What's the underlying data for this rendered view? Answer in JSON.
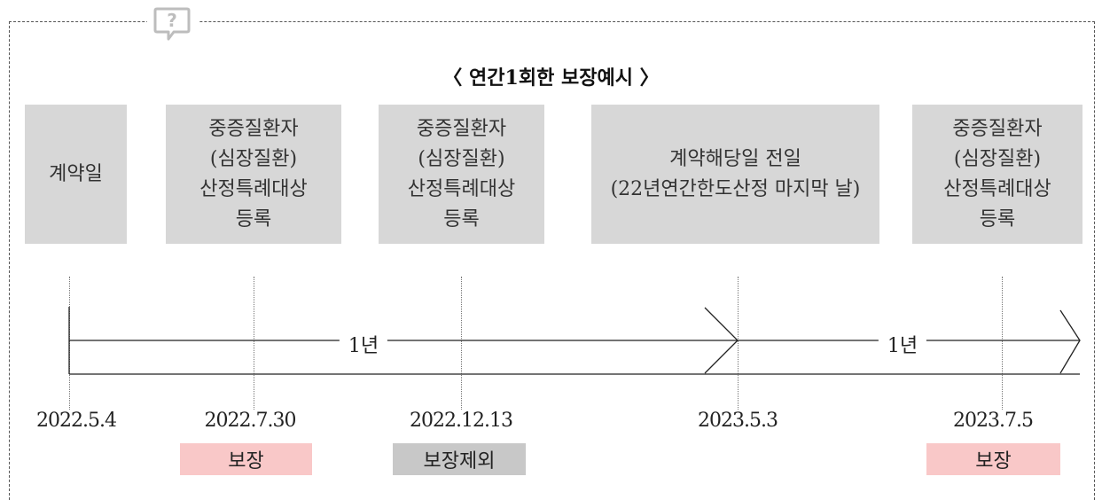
{
  "title": "〈 연간1회한 보장예시 〉",
  "events": [
    {
      "id": "contract",
      "lines": [
        "계약일"
      ],
      "date": "2022.5.4"
    },
    {
      "id": "reg1",
      "lines": [
        "중증질환자",
        "(심장질환)",
        "산정특례대상",
        "등록"
      ],
      "date": "2022.7.30",
      "badge": "보장",
      "badge_color": "#f9c8c8"
    },
    {
      "id": "reg2",
      "lines": [
        "중증질환자",
        "(심장질환)",
        "산정특례대상",
        "등록"
      ],
      "date": "2022.12.13",
      "badge": "보장제외",
      "badge_color": "#c8c8c8"
    },
    {
      "id": "anniv",
      "lines": [
        "계약해당일 전일",
        "(22년연간한도산정 마지막 날)"
      ],
      "date": "2023.5.3"
    },
    {
      "id": "reg3",
      "lines": [
        "중증질환자",
        "(심장질환)",
        "산정특례대상",
        "등록"
      ],
      "date": "2023.7.5",
      "badge": "보장",
      "badge_color": "#f9c8c8"
    }
  ],
  "spans": [
    {
      "id": "year1",
      "label": "1년"
    },
    {
      "id": "year2",
      "label": "1년"
    }
  ],
  "colors": {
    "box_bg": "#d7d7d7",
    "covered": "#f9c8c8",
    "excluded": "#c8c8c8"
  },
  "icon": "question-bubble-icon"
}
